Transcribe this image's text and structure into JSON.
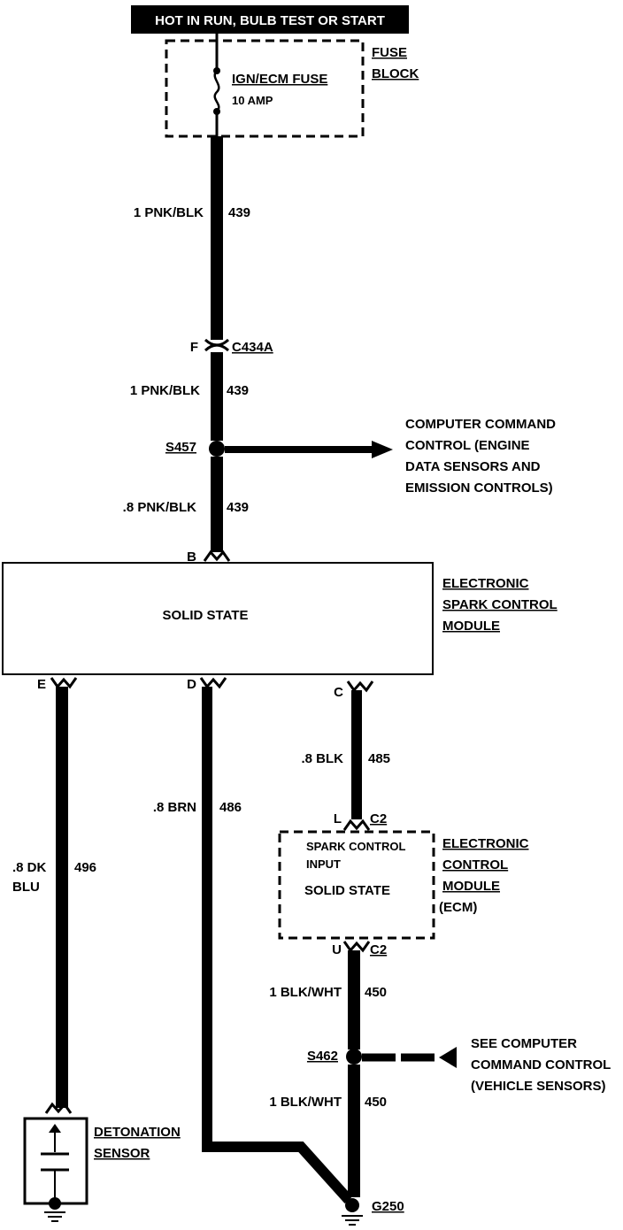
{
  "header": {
    "power_label": "HOT IN RUN, BULB TEST OR START"
  },
  "fuse_block": {
    "title_line1": "FUSE",
    "title_line2": "BLOCK",
    "fuse_name": "IGN/ECM FUSE",
    "fuse_rating": "10 AMP"
  },
  "wires": {
    "w439_a": {
      "gauge_color": "1 PNK/BLK",
      "circuit": "439"
    },
    "w439_b": {
      "gauge_color": "1 PNK/BLK",
      "circuit": "439"
    },
    "w439_c": {
      "gauge_color": ".8 PNK/BLK",
      "circuit": "439"
    },
    "w496": {
      "gauge_color_line1": ".8 DK",
      "gauge_color_line2": "BLU",
      "circuit": "496"
    },
    "w486": {
      "gauge_color": ".8 BRN",
      "circuit": "486"
    },
    "w485": {
      "gauge_color": ".8 BLK",
      "circuit": "485"
    },
    "w450_a": {
      "gauge_color": "1 BLK/WHT",
      "circuit": "450"
    },
    "w450_b": {
      "gauge_color": "1 BLK/WHT",
      "circuit": "450"
    }
  },
  "connector_c434a": {
    "pin": "F",
    "name": "C434A"
  },
  "splice_s457": {
    "name": "S457",
    "note_line1": "COMPUTER COMMAND",
    "note_line2": "CONTROL (ENGINE",
    "note_line3": "DATA SENSORS AND",
    "note_line4": "EMISSION CONTROLS)"
  },
  "esc_module": {
    "pin_b": "B",
    "pin_e": "E",
    "pin_d": "D",
    "pin_c": "C",
    "body_text": "SOLID STATE",
    "title_line1": "ELECTRONIC",
    "title_line2": "SPARK CONTROL",
    "title_line3": "MODULE"
  },
  "ecm": {
    "pin_l": "L",
    "pin_u": "U",
    "conn_top": "C2",
    "conn_bottom": "C2",
    "input_line1": "SPARK CONTROL",
    "input_line2": "INPUT",
    "body_text": "SOLID STATE",
    "title_line1": "ELECTRONIC",
    "title_line2": "CONTROL",
    "title_line3": "MODULE",
    "title_line4": "(ECM)"
  },
  "splice_s462": {
    "name": "S462",
    "note_line1": "SEE COMPUTER",
    "note_line2": "COMMAND CONTROL",
    "note_line3": "(VEHICLE SENSORS)"
  },
  "detonation_sensor": {
    "label_line1": "DETONATION",
    "label_line2": "SENSOR"
  },
  "ground_g250": {
    "name": "G250"
  }
}
